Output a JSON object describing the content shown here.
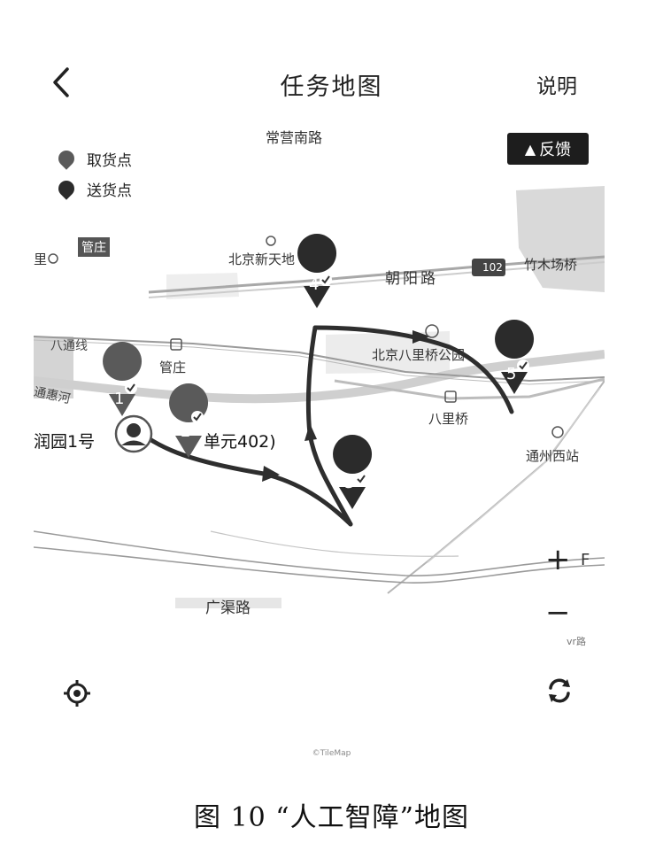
{
  "header": {
    "title": "任务地图",
    "help_label": "说明"
  },
  "legend": {
    "pickup_label": "取货点",
    "dropoff_label": "送货点"
  },
  "feedback": {
    "label": "反馈"
  },
  "map": {
    "roads": {
      "changying_south": "常营南路",
      "chaoyang": "朝阳路",
      "guangqu": "广渠路",
      "batong_line": "八通线",
      "tonghui_river": "通惠河",
      "highway": "102",
      "left_edge_text": "里",
      "right_edge_text": "F",
      "right_edge_text2": "vr路"
    },
    "pois": {
      "tile_label": "管庄",
      "beijing_xintiandi": "北京新天地",
      "zhumuchang_bridge": "竹木场桥",
      "guanzhuang": "管庄",
      "bali_park": "北京八里桥公园",
      "baliqiao": "八里桥",
      "tongzhou_west": "通州西站"
    },
    "address": {
      "left": "润园1号",
      "right": "单元402)"
    },
    "markers": [
      {
        "number": "1",
        "type": "pickup"
      },
      {
        "number": "2",
        "type": "pickup"
      },
      {
        "number": "3",
        "type": "dropoff"
      },
      {
        "number": "4",
        "type": "dropoff"
      },
      {
        "number": "5",
        "type": "dropoff"
      }
    ],
    "colors": {
      "route": "#2e2e2e",
      "pickup": "#5a5a5a",
      "dropoff": "#2b2b2b",
      "water": "#cfcfcf"
    }
  },
  "controls": {
    "zoom_in": "+",
    "zoom_out": "−",
    "locate_icon": "locate-icon",
    "refresh_icon": "refresh-icon"
  },
  "map_credit": "©TileMap",
  "caption": "图 10  “人工智障”地图"
}
